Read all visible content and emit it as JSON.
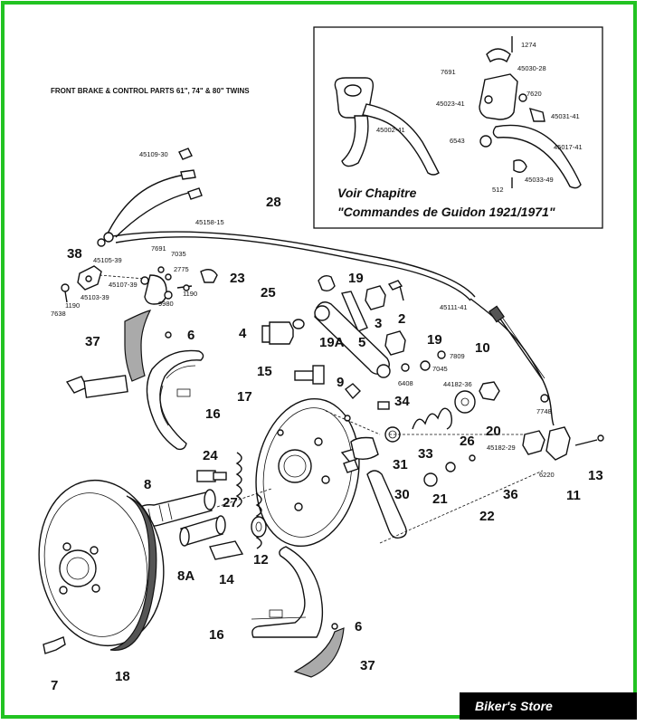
{
  "diagram": {
    "title": "FRONT BRAKE & CONTROL PARTS 61\", 74\" & 80\" TWINS",
    "inset_note_line1": "Voir Chapitre",
    "inset_note_line2": "\"Commandes de Guidon 1921/1971\"",
    "brand": "Biker's Store",
    "colors": {
      "border": "#22c322",
      "brand_bg": "#000000"
    },
    "big_labels": [
      "28",
      "38",
      "25",
      "19",
      "23",
      "2",
      "3",
      "37",
      "6",
      "4",
      "19A",
      "5",
      "19",
      "10",
      "16",
      "15",
      "17",
      "9",
      "34",
      "20",
      "26",
      "24",
      "33",
      "31",
      "13",
      "11",
      "8",
      "27",
      "30",
      "21",
      "22",
      "36",
      "8A",
      "14",
      "12",
      "16",
      "6",
      "7",
      "18",
      "37"
    ],
    "small_labels": [
      "1274",
      "7691",
      "45030-28",
      "45023-41",
      "7620",
      "45031-41",
      "45002-41",
      "6543",
      "45017-41",
      "512",
      "45033-49",
      "45109-30",
      "45158-15",
      "7691",
      "7035",
      "45105-39",
      "2775",
      "45107-39",
      "45103-39",
      "1190",
      "7638",
      "1190",
      "9980",
      "45111-41",
      "6408",
      "7809",
      "7045",
      "44182-36",
      "7748",
      "45182-29",
      "6220"
    ]
  }
}
